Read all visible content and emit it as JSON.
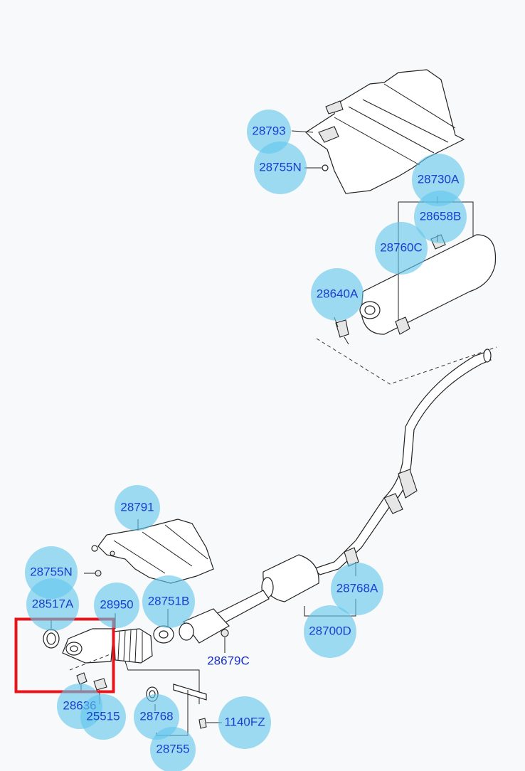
{
  "callouts": [
    {
      "id": "28793",
      "label": "28793"
    },
    {
      "id": "28755N-top",
      "label": "28755N"
    },
    {
      "id": "28730A",
      "label": "28730A"
    },
    {
      "id": "28658B",
      "label": "28658B"
    },
    {
      "id": "28760C",
      "label": "28760C"
    },
    {
      "id": "28640A",
      "label": "28640A"
    },
    {
      "id": "28791",
      "label": "28791"
    },
    {
      "id": "28755N-bottom",
      "label": "28755N"
    },
    {
      "id": "28517A",
      "label": "28517A"
    },
    {
      "id": "28950",
      "label": "28950"
    },
    {
      "id": "28751B",
      "label": "28751B"
    },
    {
      "id": "28768A",
      "label": "28768A"
    },
    {
      "id": "28700D",
      "label": "28700D"
    },
    {
      "id": "28636",
      "label": "28636"
    },
    {
      "id": "25515",
      "label": "25515"
    },
    {
      "id": "28768",
      "label": "28768"
    },
    {
      "id": "28755",
      "label": "28755"
    },
    {
      "id": "1140FZ",
      "label": "1140FZ"
    }
  ],
  "plain_labels": {
    "label_28679C": "28679C"
  },
  "highlight": {
    "color": "#e8141b",
    "target": "28517A"
  },
  "colors": {
    "callout_fill": "#63c7eb",
    "label_text": "#1a3fcf"
  }
}
